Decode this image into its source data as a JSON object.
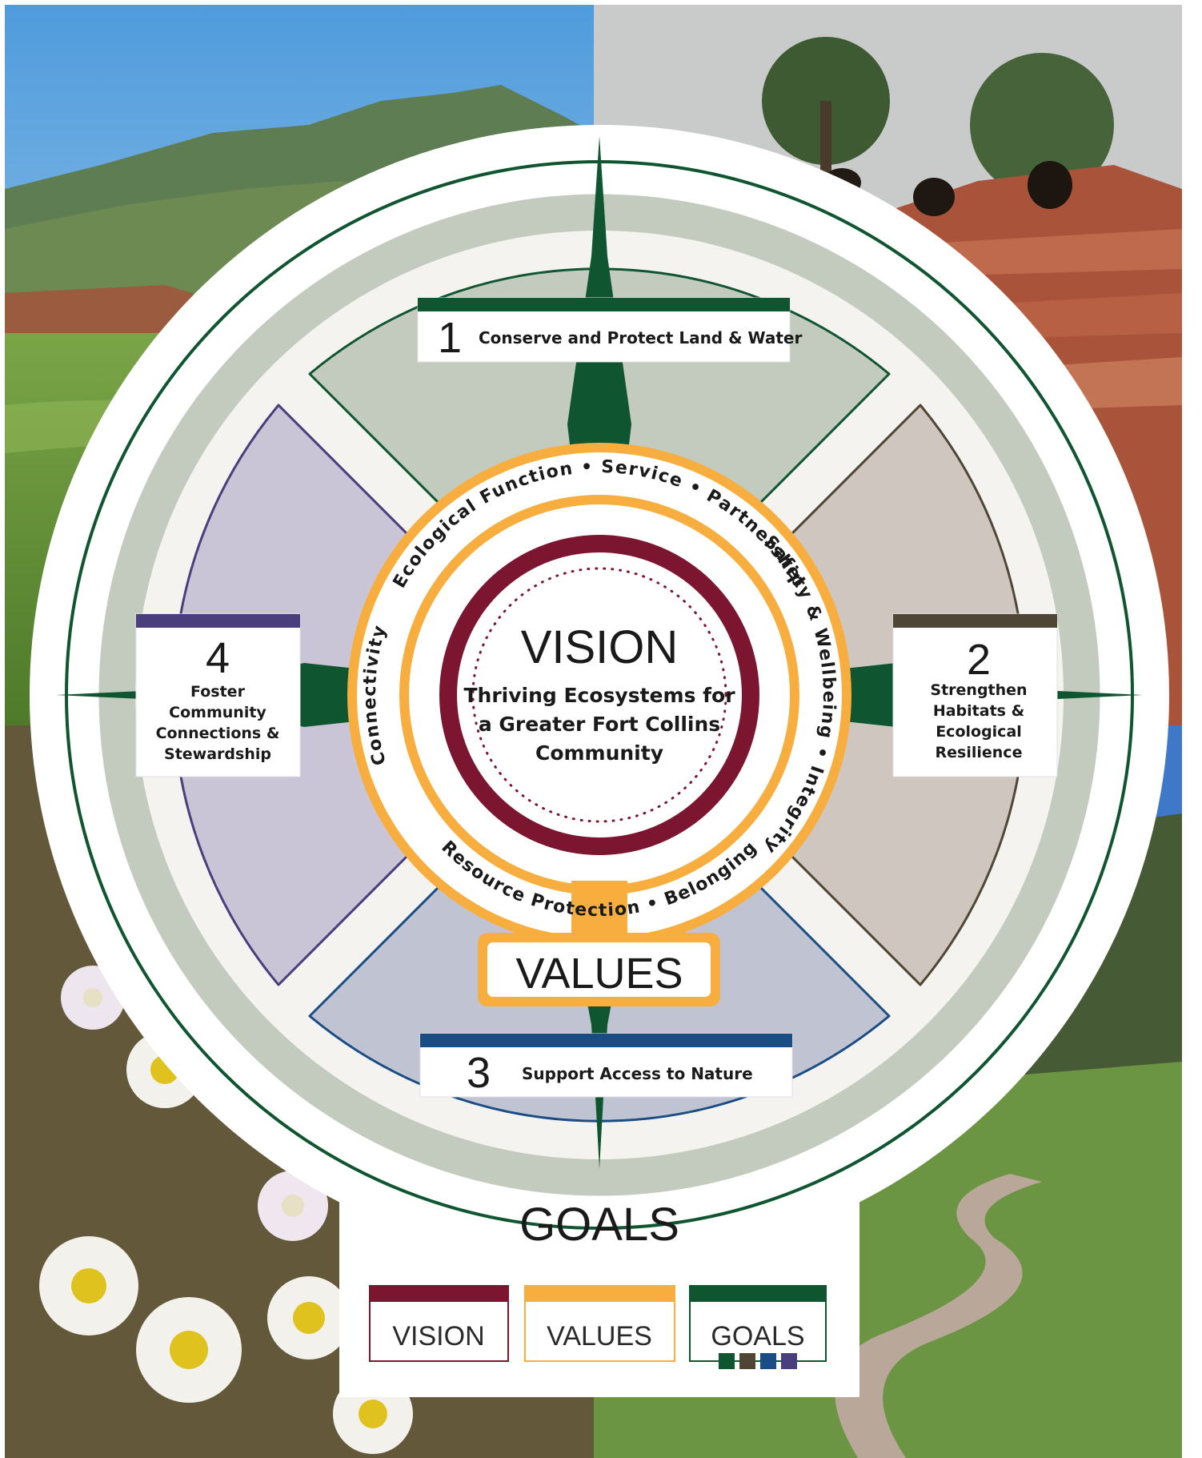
{
  "vision": {
    "heading": "VISION",
    "statement": [
      "Thriving Ecosystems for",
      "a Greater Fort Collins",
      "Community"
    ]
  },
  "values": {
    "heading": "VALUES",
    "items": [
      "Ecological Function",
      "Service",
      "Partnership",
      "Safety & Wellbeing",
      "Integrity",
      "Belonging",
      "Resource Protection",
      "Connectivity"
    ]
  },
  "goals": {
    "heading": "GOALS",
    "items": [
      {
        "number": "1",
        "lines": [
          "Conserve and Protect Land & Water"
        ],
        "color": "#0f5630"
      },
      {
        "number": "2",
        "lines": [
          "Strengthen",
          "Habitats &",
          "Ecological",
          "Resilience"
        ],
        "color": "#4f4636"
      },
      {
        "number": "3",
        "lines": [
          "Support Access to Nature"
        ],
        "color": "#1b4d85"
      },
      {
        "number": "4",
        "lines": [
          "Foster",
          "Community",
          "Connections &",
          "Stewardship"
        ],
        "color": "#4a3f7c"
      }
    ]
  },
  "legend": [
    {
      "label": "VISION",
      "color": "#7b1530"
    },
    {
      "label": "VALUES",
      "color": "#f7ae3f"
    },
    {
      "label": "GOALS",
      "color": "#0f5630",
      "swatches": [
        "#0f5630",
        "#4f4636",
        "#1b4d85",
        "#4a3f7c"
      ]
    }
  ],
  "colors": {
    "vision": "#7b1530",
    "values": "#f7ae3f",
    "goals_green": "#0f5630",
    "ring_gray": "#c3cbbe",
    "sector_top": "#c3cbbe",
    "sector_right": "#cfc7bf",
    "sector_bottom": "#c0c4d2",
    "sector_left": "#c9c5d6"
  },
  "photos": [
    "mountain-meadow-photo",
    "bears-on-rocks-photo",
    "daisies-photo",
    "trail-hills-photo"
  ]
}
